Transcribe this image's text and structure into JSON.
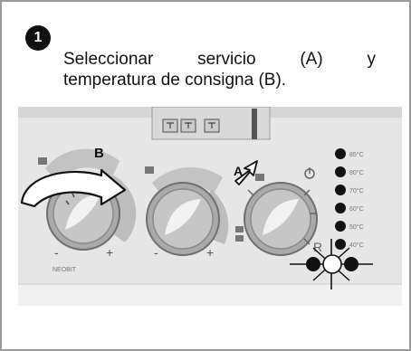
{
  "step": {
    "number": "1"
  },
  "instructions": {
    "words": [
      "Seleccionar",
      "servicio",
      "(A)",
      "y"
    ],
    "line2": "temperatura de consigna (B)."
  },
  "panel": {
    "label_b": "B",
    "label_a": "A",
    "brand": "NEOBIT",
    "minus": "-",
    "plus": "+",
    "r_mark": "R",
    "led_labels": [
      "85°C",
      "80°C",
      "70°C",
      "60°C",
      "50°C",
      "40°C"
    ]
  },
  "colors": {
    "panel_bg": "#e2e2e2",
    "knob_fill": "#b9b9b9",
    "arc_fill": "#bdbdbd",
    "led_on": "#111111"
  }
}
